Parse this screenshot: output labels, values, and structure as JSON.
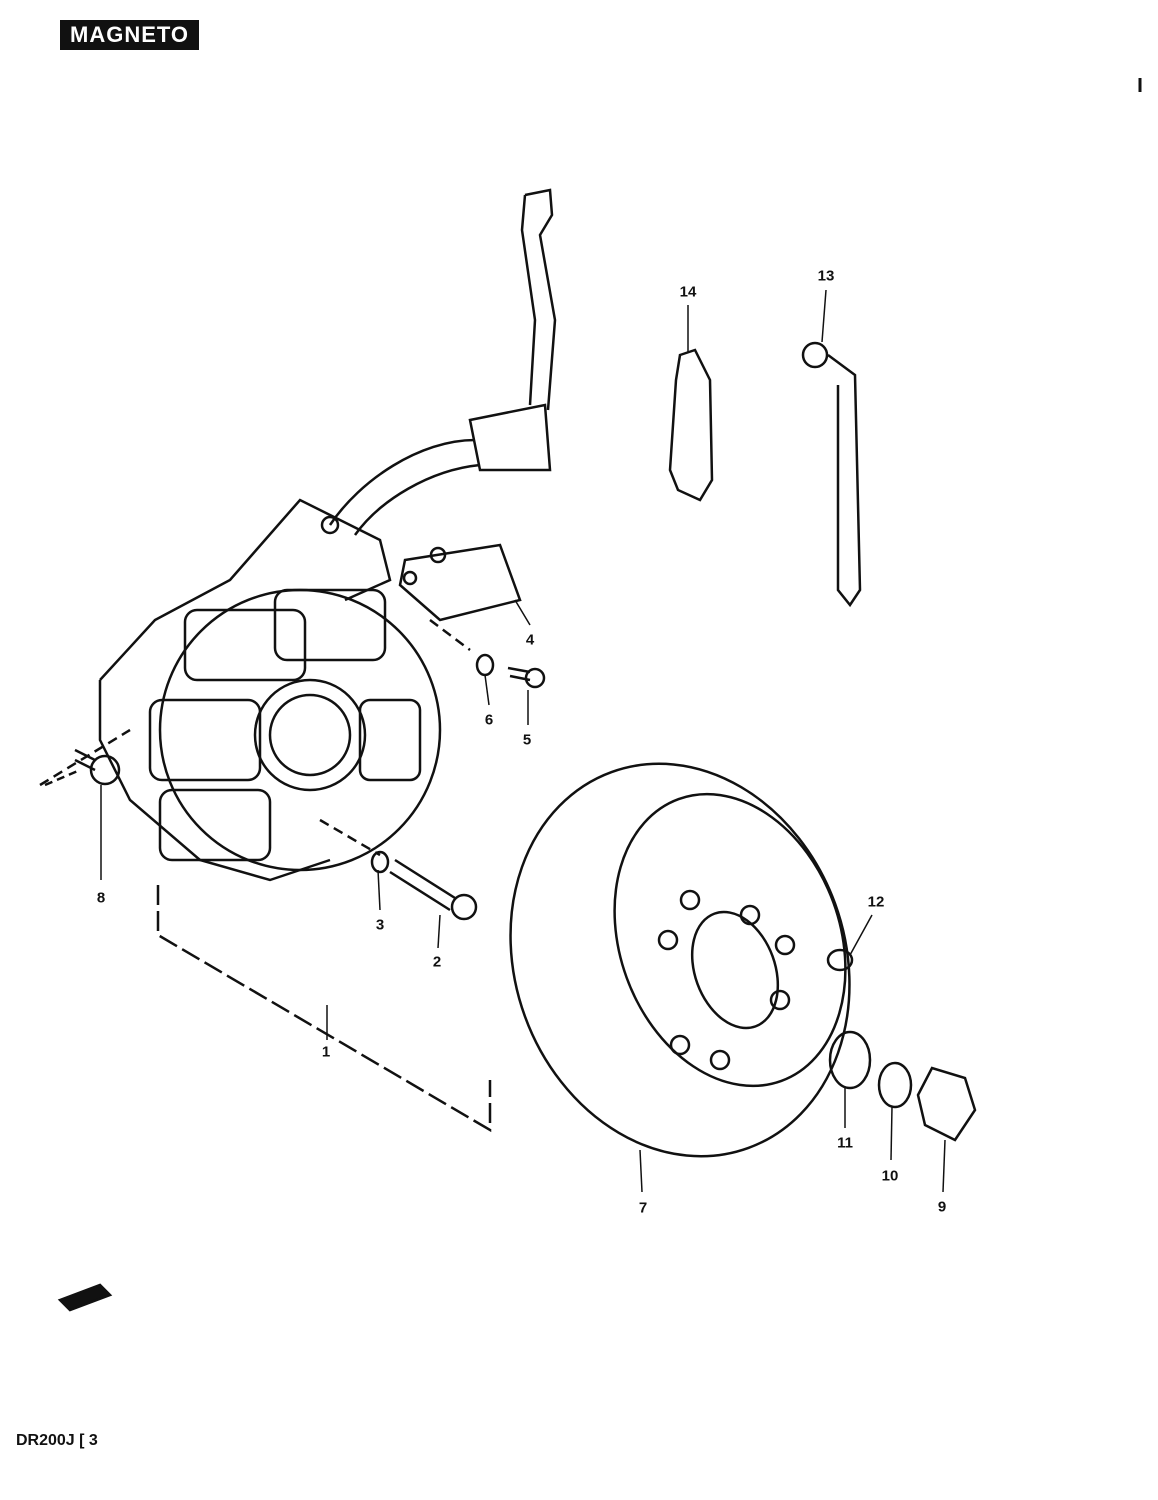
{
  "header": {
    "title": "MAGNETO"
  },
  "footer": {
    "model": "DR200J [ 3"
  },
  "callouts": [
    {
      "id": "1",
      "label": "1"
    },
    {
      "id": "2",
      "label": "2"
    },
    {
      "id": "3",
      "label": "3"
    },
    {
      "id": "4",
      "label": "4"
    },
    {
      "id": "5",
      "label": "5"
    },
    {
      "id": "6",
      "label": "6"
    },
    {
      "id": "7",
      "label": "7"
    },
    {
      "id": "8",
      "label": "8"
    },
    {
      "id": "9",
      "label": "9"
    },
    {
      "id": "10",
      "label": "10"
    },
    {
      "id": "11",
      "label": "11"
    },
    {
      "id": "12",
      "label": "12"
    },
    {
      "id": "13",
      "label": "13"
    },
    {
      "id": "14",
      "label": "14"
    }
  ],
  "colors": {
    "ink": "#111111",
    "paper": "#ffffff"
  }
}
